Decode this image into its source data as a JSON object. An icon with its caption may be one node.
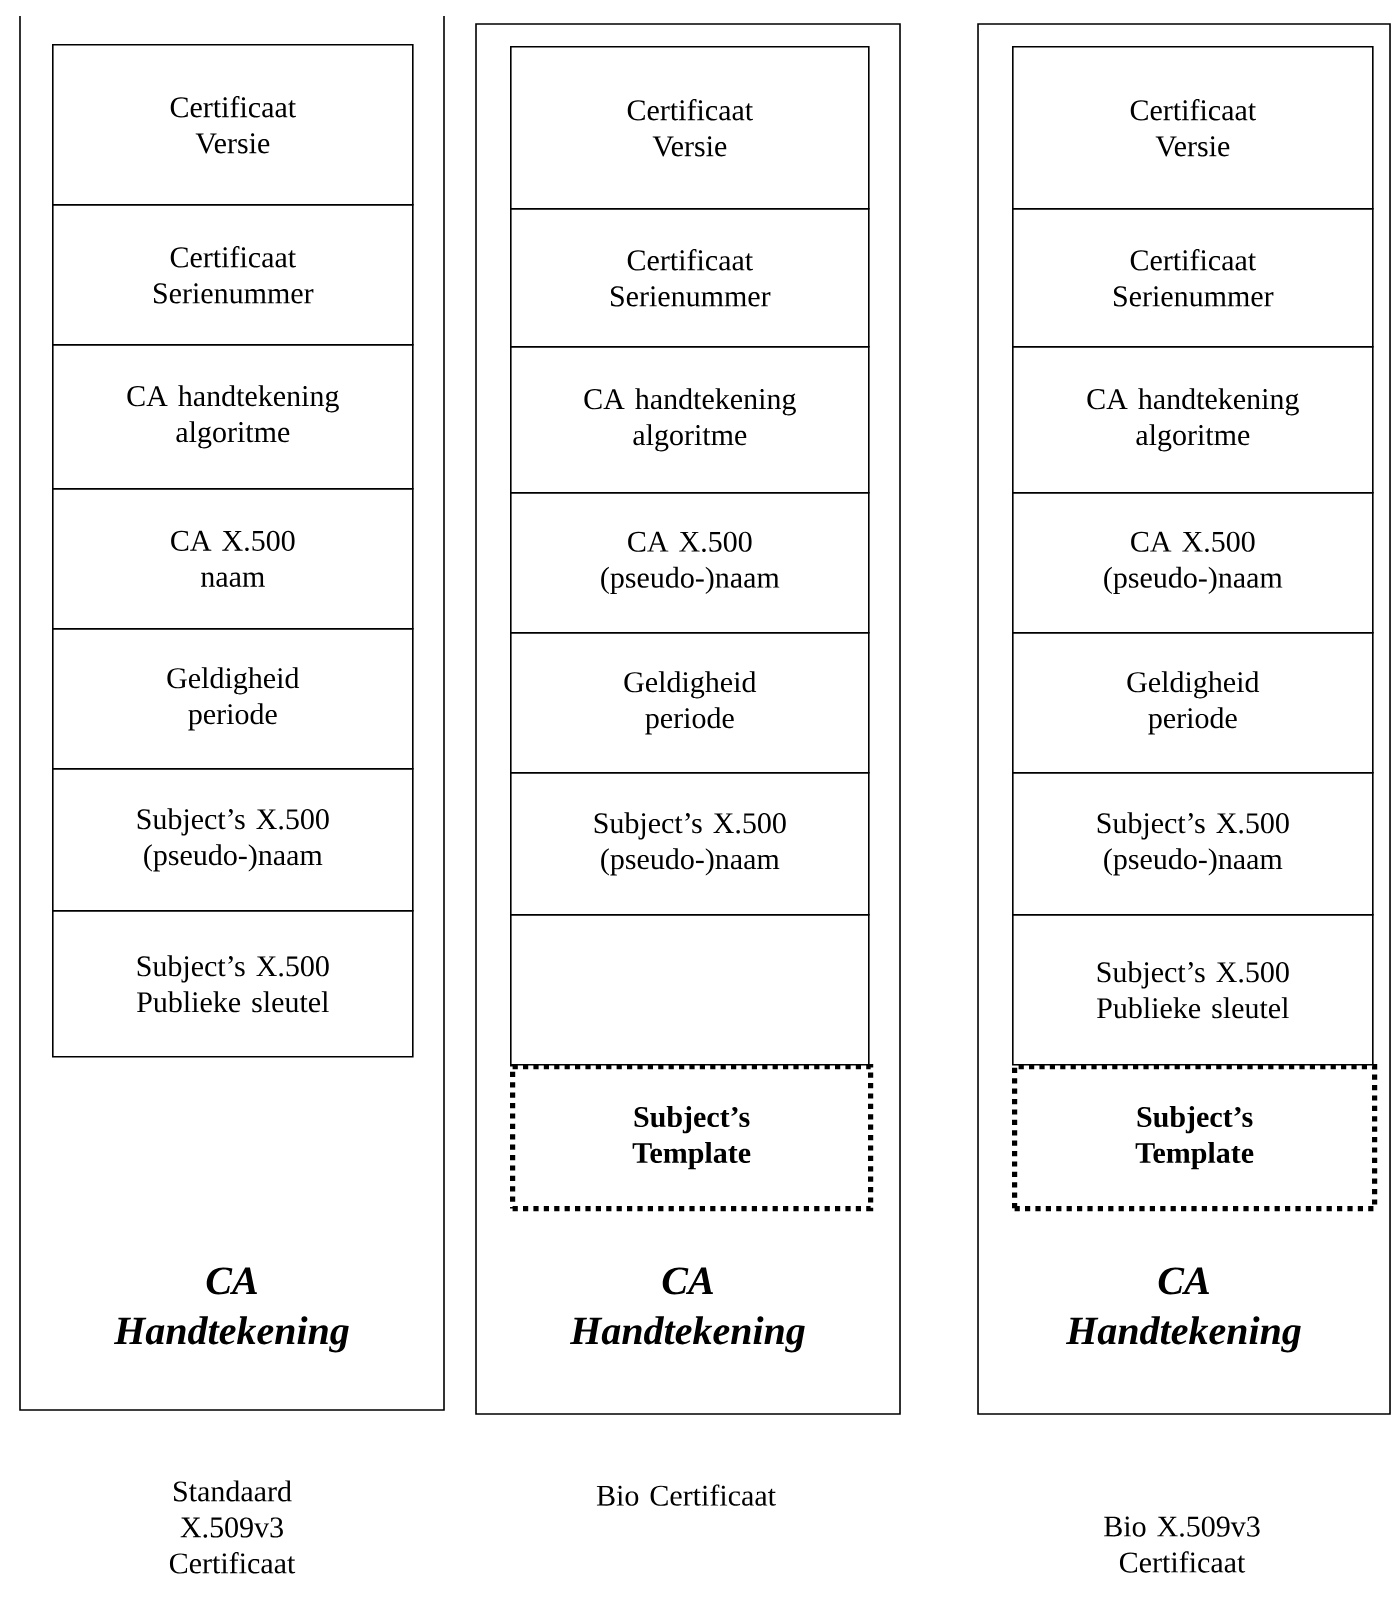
{
  "diagram": {
    "nodes": [
      {
        "text": [
          "CA Handtekening"
        ],
        "beside": [
          "Standaard X.509v3 Certificaat"
        ]
      },
      {
        "text": [
          "Certificaat Versie"
        ],
        "in": 0
      },
      {
        "text": [
          "Certificaat Serienummer"
        ],
        "in": 0
      },
      {
        "text": [
          "CA handtekening algoritme"
        ],
        "in": 0
      },
      {
        "text": [
          "CA X.500 naam"
        ],
        "in": 0
      },
      {
        "text": [
          "Geldigheid periode"
        ],
        "in": 0
      },
      {
        "text": [
          "Subject’s X.500 (pseudo-)naam"
        ],
        "in": 0
      },
      {
        "text": [
          "Subject’s X.500 Publieke sleutel"
        ],
        "in": 0
      },
      {
        "text": [
          "CA Handtekening"
        ],
        "beside": [
          "Bio Certificaat"
        ]
      },
      {
        "text": [
          "Certificaat Versie"
        ],
        "in": 8
      },
      {
        "text": [
          "Certificaat Serienummer"
        ],
        "in": 8
      },
      {
        "text": [
          "CA handtekening algoritme"
        ],
        "in": 8
      },
      {
        "text": [
          "CA X.500 (pseudo-)naam"
        ],
        "in": 8
      },
      {
        "text": [
          "Geldigheid periode"
        ],
        "in": 8
      },
      {
        "text": [
          "Subject’s X.500 (pseudo-)naam"
        ],
        "in": 8
      },
      {
        "text": [],
        "shape": "box",
        "in": 8
      },
      {
        "text": [
          "Subject’s Template"
        ],
        "in": 8
      },
      {
        "text": [
          "CA Handtekening"
        ],
        "beside": [
          "Bio X.509v3 Certificaat"
        ]
      },
      {
        "text": [
          "Certificaat Versie"
        ],
        "in": 17
      },
      {
        "text": [
          "Certificaat Serienummer"
        ],
        "in": 17
      },
      {
        "text": [
          "CA handtekening algoritme"
        ],
        "in": 17
      },
      {
        "text": [
          "CA X.500 (pseudo-)naam"
        ],
        "in": 17
      },
      {
        "text": [
          "Geldigheid periode"
        ],
        "in": 17
      },
      {
        "text": [
          "Subject’s X.500 (pseudo-)naam"
        ],
        "in": 17
      },
      {
        "text": [
          "Subject’s X.500 Publieke sleutel"
        ],
        "in": 17
      },
      {
        "text": [
          "Subject’s Template"
        ],
        "in": 17
      }
    ]
  }
}
